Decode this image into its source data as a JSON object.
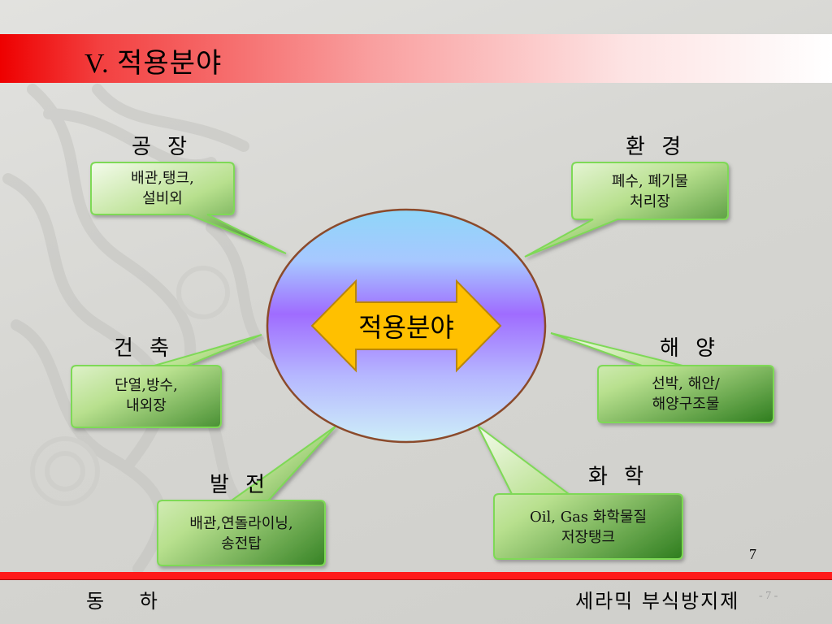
{
  "slide": {
    "title": "V.  적용분야",
    "center_label": "적용분야",
    "page_number": "7",
    "footer_left": "동 하",
    "footer_right": "세라믹 부식방지제",
    "footer_page": "- 7 -"
  },
  "callouts": [
    {
      "label": "공 장",
      "text": "배관,탱크,\n설비외"
    },
    {
      "label": "환 경",
      "text": "폐수, 폐기물\n처리장"
    },
    {
      "label": "건 축",
      "text": "단열,방수,\n내외장"
    },
    {
      "label": "해 양",
      "text": "선박, 해안/\n해양구조물"
    },
    {
      "label": "발 전",
      "text": "배관,연돌라이닝,\n송전탑"
    },
    {
      "label": "화 학",
      "text": "Oil, Gas 화학물질\n저장탱크"
    }
  ],
  "colors": {
    "title_red": "#ee0000",
    "callout_fill_light": "#e8f6d8",
    "callout_fill_dark": "#2e7d1e",
    "callout_border": "#7ed957",
    "ellipse_top": "#86d2f6",
    "ellipse_mid": "#a070ff",
    "ellipse_bottom": "#c8ecf8",
    "ellipse_border": "#8b4a2b",
    "arrow_fill": "#ffc000",
    "arrow_border": "#b8860b",
    "bottom_line": "#ff1a1a"
  }
}
